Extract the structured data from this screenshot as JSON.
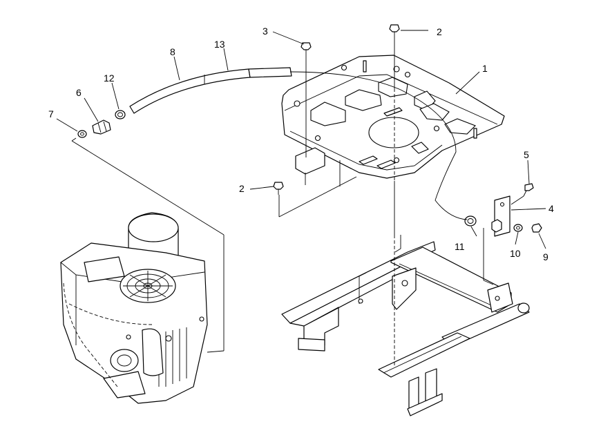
{
  "callouts": [
    {
      "key": "c1",
      "text": "1"
    },
    {
      "key": "c2a",
      "text": "2"
    },
    {
      "key": "c2b",
      "text": "2"
    },
    {
      "key": "c3",
      "text": "3"
    },
    {
      "key": "c4",
      "text": "4"
    },
    {
      "key": "c5",
      "text": "5"
    },
    {
      "key": "c6",
      "text": "6"
    },
    {
      "key": "c7",
      "text": "7"
    },
    {
      "key": "c8",
      "text": "8"
    },
    {
      "key": "c9",
      "text": "9"
    },
    {
      "key": "c10",
      "text": "10"
    },
    {
      "key": "c11",
      "text": "11"
    },
    {
      "key": "c12",
      "text": "12"
    },
    {
      "key": "c13",
      "text": "13"
    }
  ]
}
